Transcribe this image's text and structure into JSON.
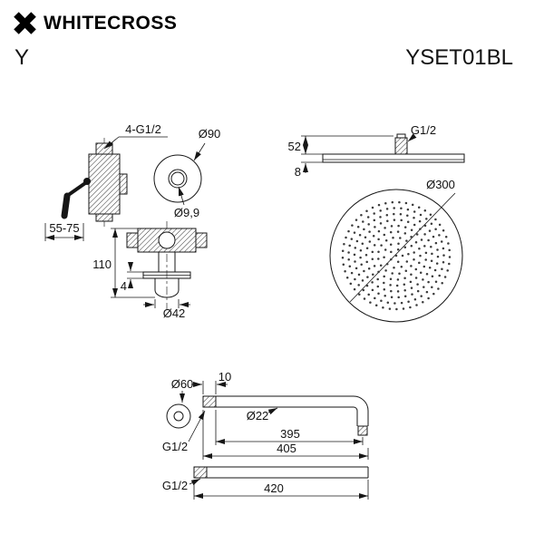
{
  "header": {
    "brand": "WHITECROSS",
    "series": "Y",
    "model": "YSET01BL"
  },
  "colors": {
    "ink": "#121212",
    "background": "#ffffff"
  },
  "labels": {
    "valve_side": {
      "thread": "4-G1/2",
      "depth_range": "55-75"
    },
    "trim": {
      "outer_diameter": "Ø90",
      "hole_diameter": "Ø9,9"
    },
    "head_side": {
      "thread": "G1/2",
      "height": "52",
      "thickness": "8"
    },
    "head_face": {
      "diameter": "Ø300"
    },
    "valve_front": {
      "height": "110",
      "plate_thickness": "4",
      "knob_diameter": "Ø42"
    },
    "arm_bent": {
      "flange_diameter": "Ø60",
      "thread_length": "10",
      "pipe_diameter": "Ø22",
      "length_inner": "395",
      "length_total": "405",
      "thread": "G1/2"
    },
    "arm_straight": {
      "thread": "G1/2",
      "length": "420"
    }
  }
}
